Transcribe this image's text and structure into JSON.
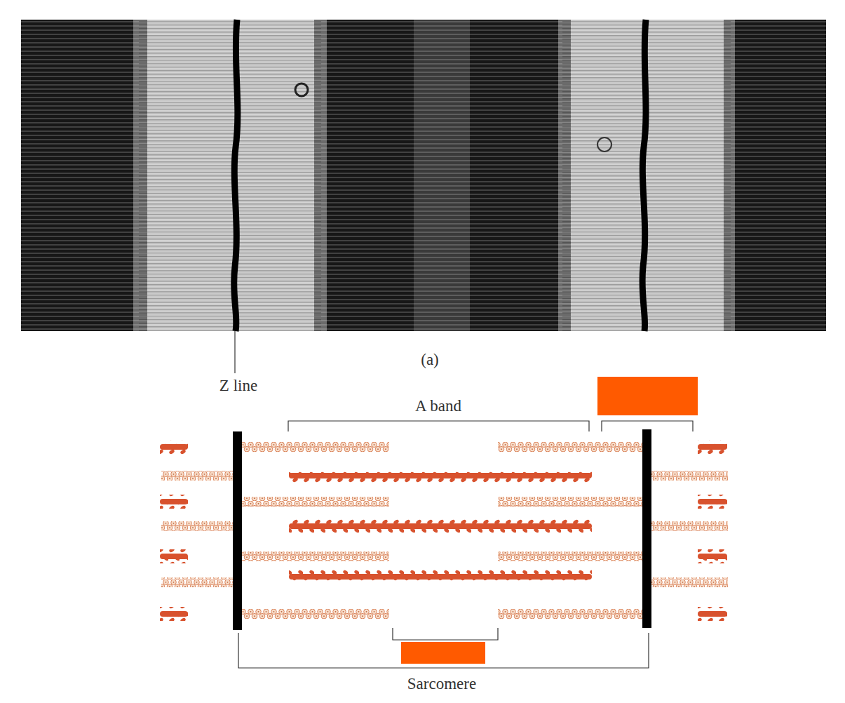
{
  "diagram": {
    "labels": [
      "(a)",
      "Z line",
      "A band",
      "Sarcomere"
    ]
  }
}
